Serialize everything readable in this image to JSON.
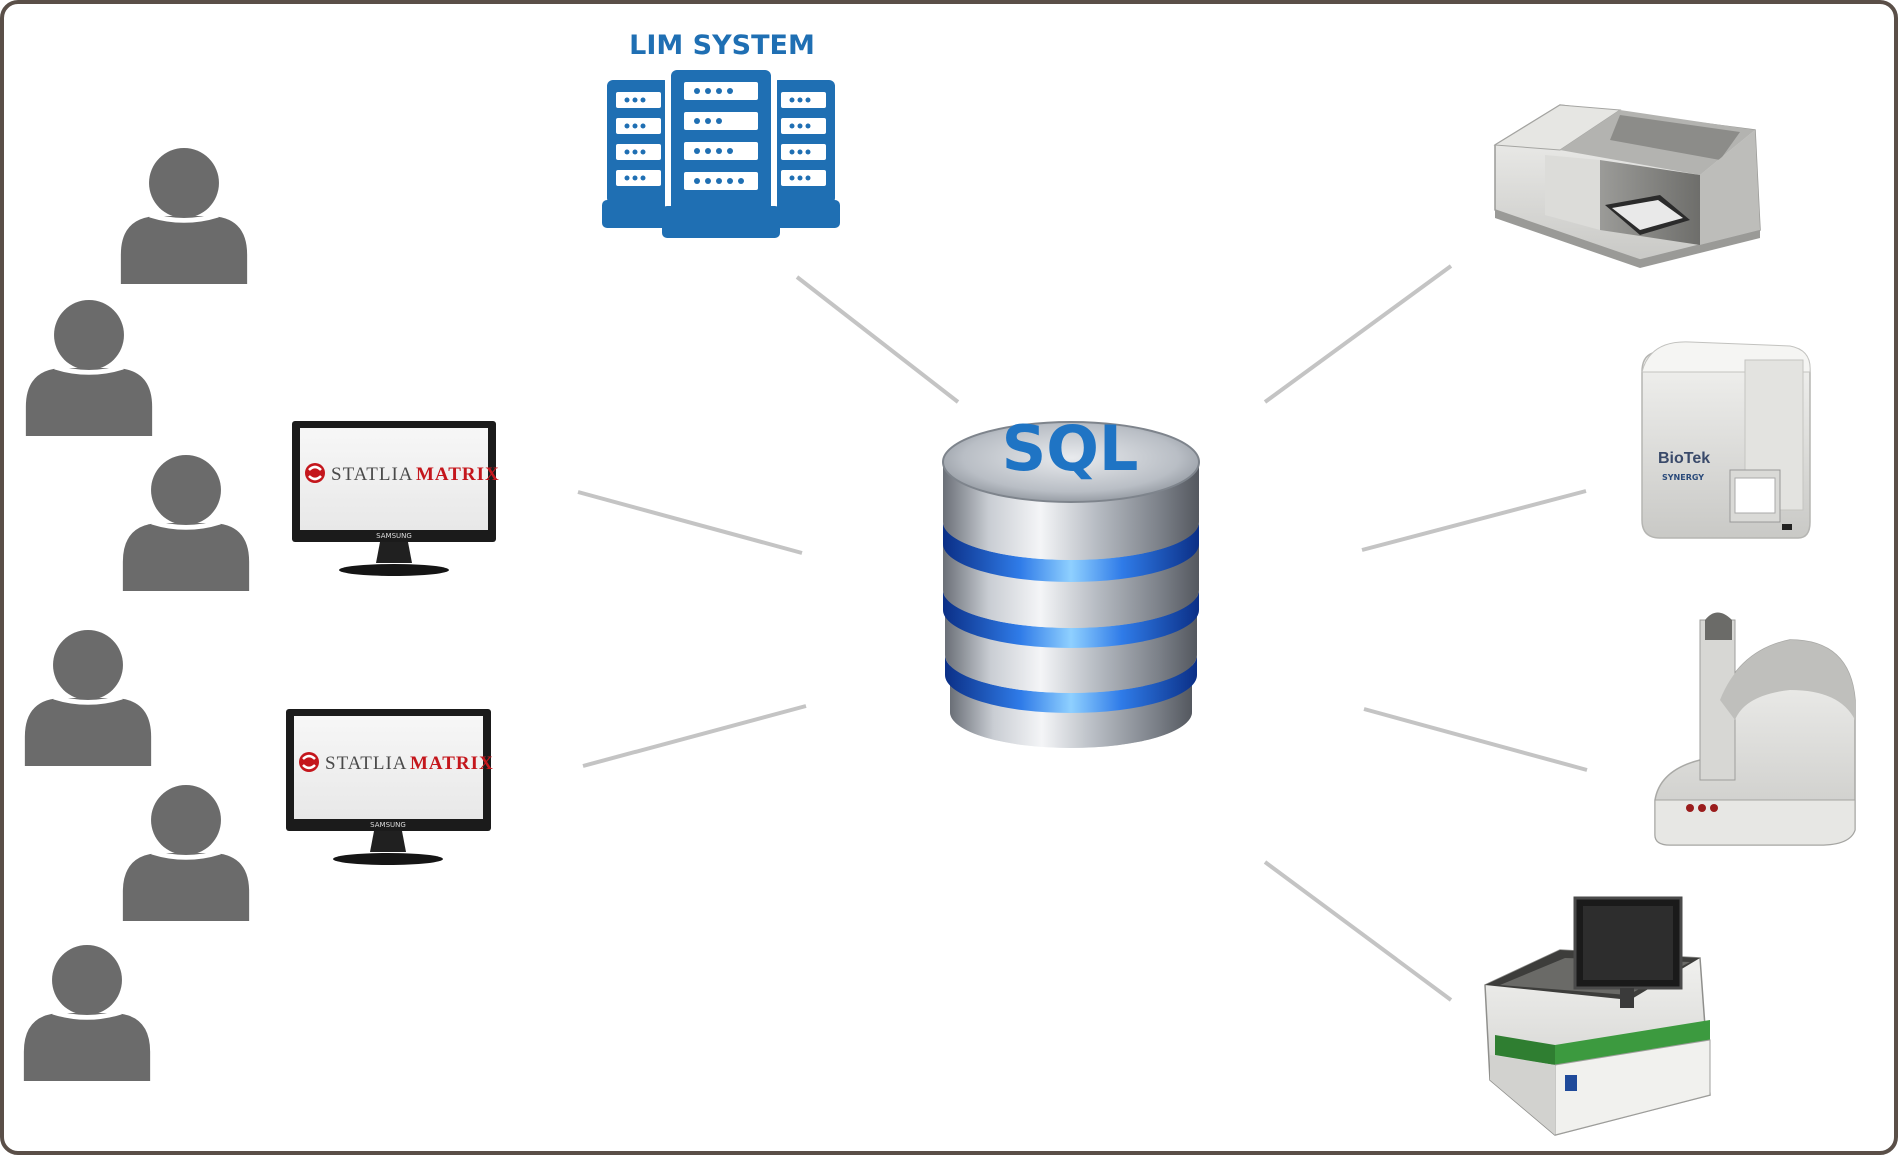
{
  "lim_system": {
    "label": "LIM SYSTEM"
  },
  "database": {
    "label": "SQL"
  },
  "workstations": [
    {
      "brand_prefix": "STATLIA",
      "brand_suffix": "MATRIX",
      "monitor_maker": "SAMSUNG"
    },
    {
      "brand_prefix": "STATLIA",
      "brand_suffix": "MATRIX",
      "monitor_maker": "SAMSUNG"
    }
  ],
  "instruments": [
    {
      "name": "plate-reader"
    },
    {
      "name": "biotek-synergy-reader",
      "brand": "BioTek",
      "model": "SYNERGY"
    },
    {
      "name": "flow-analyzer"
    },
    {
      "name": "liquid-handler"
    }
  ],
  "colors": {
    "frame": "#5a4f48",
    "user": "#6b6b6b",
    "connector": "#c4c4c4",
    "lim_blue": "#1f6fb3",
    "sql_blue": "#1f74c4",
    "brand_red": "#c4161c"
  },
  "icons": {
    "user": "person-icon",
    "lim": "server-rack-icon",
    "db": "database-icon",
    "workstation": "monitor-icon"
  }
}
